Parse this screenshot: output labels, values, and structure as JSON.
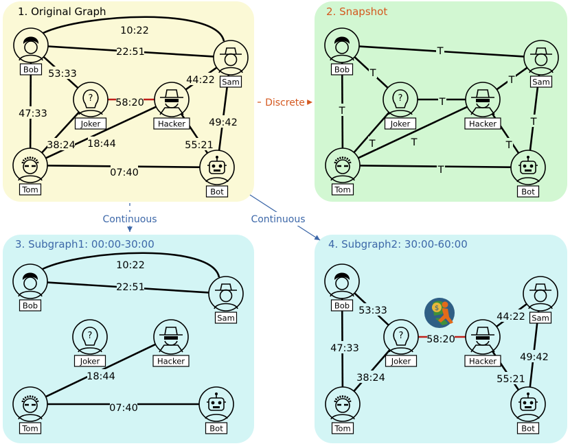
{
  "panels": [
    {
      "id": "p1",
      "title": "1. Original Graph",
      "fill": "#fbf9d6",
      "title_color": "#000000"
    },
    {
      "id": "p2",
      "title": "2. Snapshot",
      "fill": "#d2f7d2",
      "title_color": "#d4581f"
    },
    {
      "id": "p3",
      "title": "3. Subgraph1: 00:00-30:00",
      "fill": "#d3f5f5",
      "title_color": "#3c67a8"
    },
    {
      "id": "p4",
      "title": "4. Subgraph2: 30:00-60:00",
      "fill": "#d3f5f5",
      "title_color": "#3c67a8"
    }
  ],
  "nodes": {
    "bob": "Bob",
    "sam": "Sam",
    "joker": "Joker",
    "hacker": "Hacker",
    "tom": "Tom",
    "bot": "Bot"
  },
  "graphs": {
    "p1": [
      {
        "from": "bob",
        "to": "sam",
        "label": "10:22",
        "curve": true
      },
      {
        "from": "bob",
        "to": "sam",
        "label": "22:51"
      },
      {
        "from": "bob",
        "to": "joker",
        "label": "53:33"
      },
      {
        "from": "bob",
        "to": "tom",
        "label": "47:33"
      },
      {
        "from": "joker",
        "to": "hacker",
        "label": "58:20",
        "highlight": true
      },
      {
        "from": "hacker",
        "to": "sam",
        "label": "44:22"
      },
      {
        "from": "sam",
        "to": "bot",
        "label": "49:42"
      },
      {
        "from": "joker",
        "to": "tom",
        "label": "38:24"
      },
      {
        "from": "tom",
        "to": "hacker",
        "label": "18:44"
      },
      {
        "from": "hacker",
        "to": "bot",
        "label": "55:21"
      },
      {
        "from": "tom",
        "to": "bot",
        "label": "07:40"
      }
    ],
    "p2": [
      {
        "from": "bob",
        "to": "sam",
        "label": "T"
      },
      {
        "from": "bob",
        "to": "joker",
        "label": "T"
      },
      {
        "from": "bob",
        "to": "tom",
        "label": "T"
      },
      {
        "from": "joker",
        "to": "hacker",
        "label": "T"
      },
      {
        "from": "hacker",
        "to": "sam",
        "label": "T"
      },
      {
        "from": "sam",
        "to": "bot",
        "label": "T"
      },
      {
        "from": "joker",
        "to": "tom",
        "label": "T"
      },
      {
        "from": "tom",
        "to": "hacker",
        "label": "T"
      },
      {
        "from": "hacker",
        "to": "bot",
        "label": "T"
      },
      {
        "from": "tom",
        "to": "bot",
        "label": "T"
      }
    ],
    "p3": [
      {
        "from": "bob",
        "to": "sam",
        "label": "10:22",
        "curve": true
      },
      {
        "from": "bob",
        "to": "sam",
        "label": "22:51"
      },
      {
        "from": "tom",
        "to": "hacker",
        "label": "18:44"
      },
      {
        "from": "tom",
        "to": "bot",
        "label": "07:40"
      }
    ],
    "p4": [
      {
        "from": "bob",
        "to": "joker",
        "label": "53:33"
      },
      {
        "from": "bob",
        "to": "tom",
        "label": "47:33"
      },
      {
        "from": "joker",
        "to": "hacker",
        "label": "58:20",
        "highlight": true
      },
      {
        "from": "hacker",
        "to": "sam",
        "label": "44:22"
      },
      {
        "from": "sam",
        "to": "bot",
        "label": "49:42"
      },
      {
        "from": "joker",
        "to": "tom",
        "label": "38:24"
      },
      {
        "from": "hacker",
        "to": "bot",
        "label": "55:21"
      }
    ]
  },
  "arrows": {
    "discrete": {
      "label": "Discrete",
      "color": "#d4581f"
    },
    "continuous_down": {
      "label": "Continuous",
      "color": "#3c67a8"
    },
    "continuous_diag": {
      "label": "Continuous",
      "color": "#3c67a8"
    }
  },
  "thief_icon": "thief-icon",
  "colors": {
    "edge": "#000000",
    "highlight": "#c0201a"
  }
}
